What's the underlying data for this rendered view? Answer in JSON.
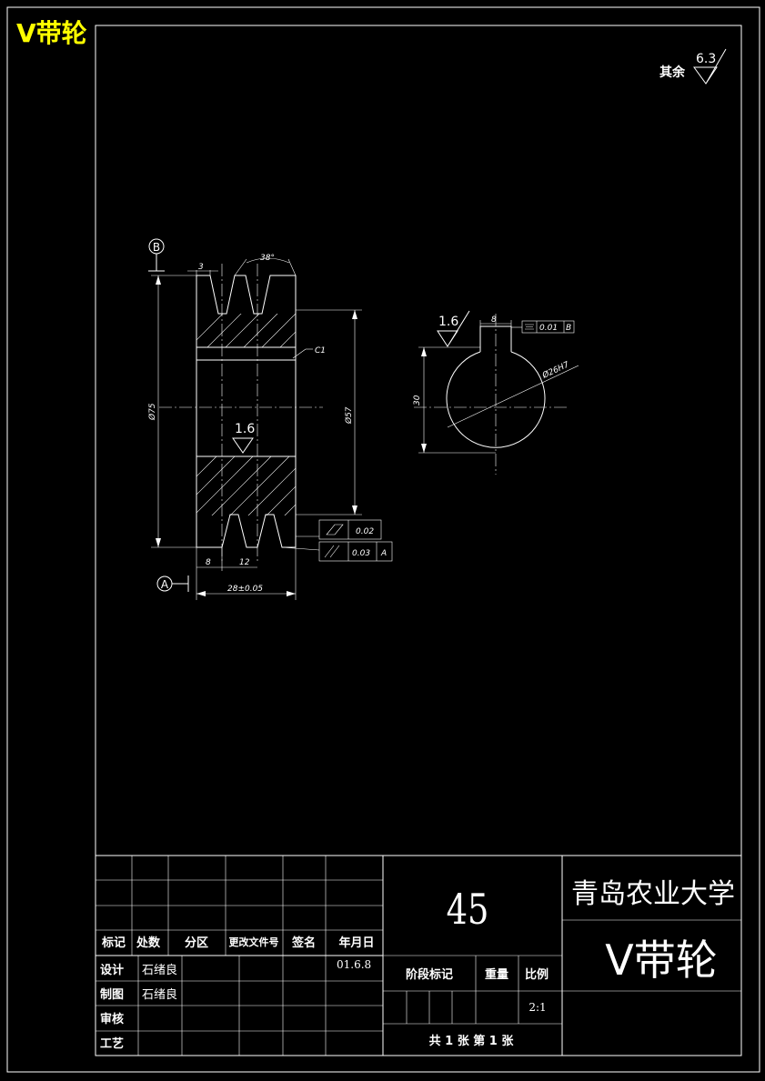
{
  "colors": {
    "background": "#000000",
    "line": "#ffffff",
    "title_accent": "#ffff00"
  },
  "corner_title": "V带轮",
  "surface_finish": {
    "label": "其余",
    "value": "6.3"
  },
  "section_view": {
    "datum_b": "B",
    "datum_a": "A",
    "dim_top": "3",
    "angle": "38°",
    "chamfer": "C1",
    "roughness": "1.6",
    "dim_dia_outer": "Ø75",
    "dim_dia_inner": "Ø57",
    "dim_8": "8",
    "dim_12": "12",
    "dim_width": "28±0.05",
    "tol1_value": "0.02",
    "tol2_value": "0.03",
    "tol2_datum": "A"
  },
  "hub_view": {
    "roughness": "1.6",
    "key_width": "8",
    "tol_value": "0.01",
    "tol_datum": "B",
    "bore": "Ø26H7",
    "dim_height": "30"
  },
  "title_block": {
    "material": "45",
    "company": "青岛农业大学",
    "part_name": "V带轮",
    "rev_headers": [
      "标记",
      "处数",
      "分区",
      "更改文件号",
      "签名",
      "年月日"
    ],
    "design_label": "设计",
    "design_name": "石绪良",
    "design_date": "01.6.8",
    "draw_label": "制图",
    "draw_name": "石绪良",
    "check_label": "审核",
    "process_label": "工艺",
    "stage_label": "阶段标记",
    "weight_label": "重量",
    "ratio_label": "比例",
    "ratio_value": "2:1",
    "sheet_info": "共 1 张 第 1 张"
  }
}
